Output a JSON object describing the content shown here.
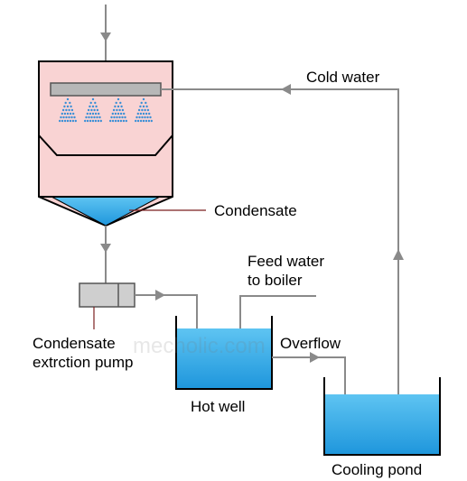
{
  "labels": {
    "cold_water": "Cold water",
    "condensate": "Condensate",
    "feed_water_line1": "Feed water",
    "feed_water_line2": "to boiler",
    "pump_line1": "Condensate",
    "pump_line2": "extrction pump",
    "overflow": "Overflow",
    "hot_well": "Hot well",
    "cooling_pond": "Cooling pond"
  },
  "watermark": "mecholic.com",
  "colors": {
    "condenser_fill": "#f9d3d3",
    "water_fill": "#2aa8e8",
    "pump_fill": "#cfcfcf",
    "pipe": "#8a8a8a",
    "spray": "#3a8fd6",
    "outline": "#000000"
  }
}
